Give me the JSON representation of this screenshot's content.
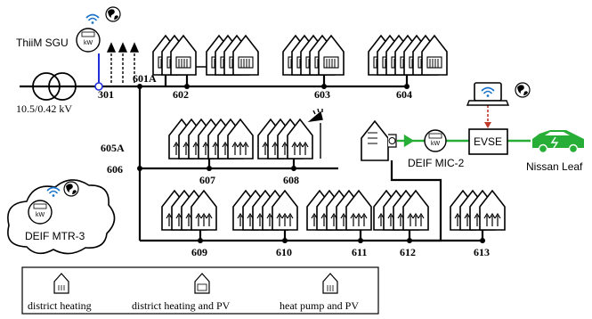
{
  "labels": {
    "thiim": "ThiiM SGU",
    "transformer": "10.5/0.42 kV",
    "deif_mtr": "DEIF MTR-3",
    "deif_mic": "DEIF MIC-2",
    "evse": "EVSE",
    "nissan": "Nissan Leaf",
    "meter_unit": "kW"
  },
  "nodes": {
    "n301": "301",
    "n601a": "601A",
    "n602": "602",
    "n603": "603",
    "n604": "604",
    "n605a": "605A",
    "n606": "606",
    "n607": "607",
    "n608": "608",
    "n609": "609",
    "n610": "610",
    "n611": "611",
    "n612": "612",
    "n613": "613"
  },
  "legend": {
    "district_heating": "district heating",
    "district_heating_pv": "district heating and PV",
    "heat_pump_pv": "heat pump and PV"
  },
  "colors": {
    "line": "#000000",
    "comm_link": "#1f2fd6",
    "data_link": "#c0392b",
    "ev_green": "#27ae36",
    "wifi": "#1b73c9"
  },
  "icons": [
    "globe-icon",
    "wifi-icon",
    "laptop-icon",
    "car-icon",
    "transformer-icon",
    "meter-icon",
    "house-icon",
    "cloud-icon",
    "pv-panel-icon",
    "ev-charger-icon"
  ]
}
